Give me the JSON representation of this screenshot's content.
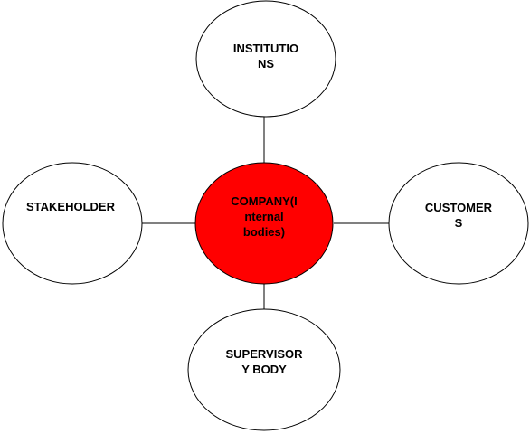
{
  "diagram": {
    "center": {
      "label_lines": [
        "COMPANY(I",
        "nternal",
        "bodies)"
      ],
      "fill": "#ff0000"
    },
    "top": {
      "label_lines": [
        "INSTITUTIO",
        "NS"
      ]
    },
    "left": {
      "label_lines": [
        "STAKEHOLDER"
      ]
    },
    "right": {
      "label_lines": [
        "CUSTOMER",
        "S"
      ]
    },
    "bottom": {
      "label_lines": [
        "SUPERVISOR",
        "Y BODY"
      ]
    },
    "colors": {
      "node_fill": "#ffffff",
      "stroke": "#000000",
      "center_fill": "#ff0000"
    }
  }
}
